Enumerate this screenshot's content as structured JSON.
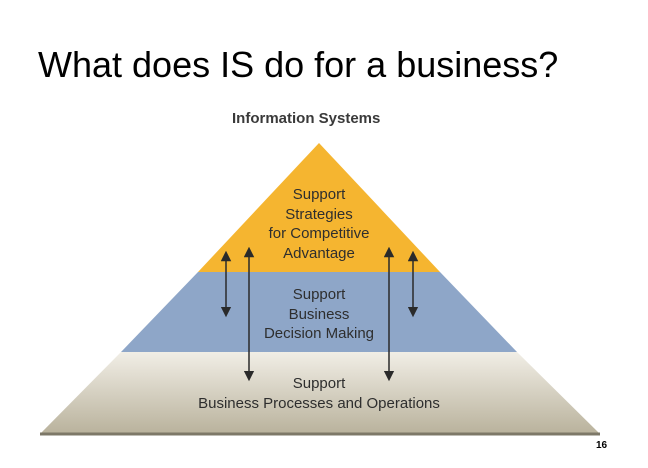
{
  "slide": {
    "title": "What does IS do for a business?",
    "page_number": "16"
  },
  "diagram": {
    "header": "Information Systems",
    "tiers": [
      {
        "label": "Support\nStrategies\nfor Competitive\nAdvantage",
        "color": "#f5b530"
      },
      {
        "label": "Support\nBusiness\nDecision Making",
        "color": "#8ea6c8"
      },
      {
        "label": "Support\nBusiness Processes and Operations",
        "color": "#d9d4c4"
      }
    ]
  }
}
